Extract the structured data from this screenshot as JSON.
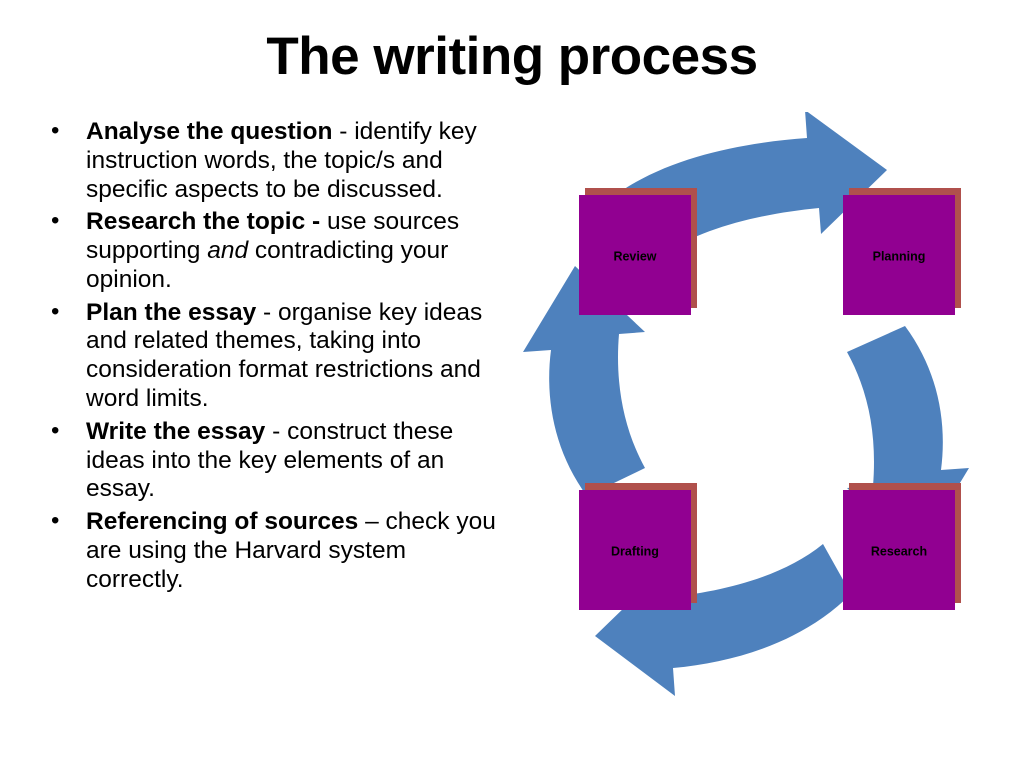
{
  "slide": {
    "title": "The writing process",
    "background_color": "#ffffff"
  },
  "bullets": [
    {
      "lead": "Analyse the question",
      "rest_a": " - identify key instruction words, the topic/s and specific aspects to be discussed.",
      "italic": "",
      "rest_b": "",
      "marker": "•"
    },
    {
      "lead": "Research the topic -",
      "rest_a": " use sources supporting ",
      "italic": "and",
      "rest_b": " contradicting your opinion.",
      "marker": "•"
    },
    {
      "lead": "Plan the essay",
      "rest_a": " - organise key ideas and related themes, taking into consideration format restrictions and word limits.",
      "italic": "",
      "rest_b": "",
      "marker": "•"
    },
    {
      "lead": "Write the essay",
      "rest_a": " - construct these ideas into the key elements of an essay.",
      "italic": "",
      "rest_b": "",
      "marker": "•"
    },
    {
      "lead": "Referencing of sources",
      "rest_a": " – check you are using the Harvard system correctly.",
      "italic": "",
      "rest_b": "",
      "marker": "•"
    }
  ],
  "diagram": {
    "type": "cycle",
    "node_fill": "#910091",
    "node_shadow": "#b0504c",
    "arrow_fill": "#4e81bd",
    "label_color": "#000000",
    "nodes": [
      {
        "label": "Review",
        "position": "top-left"
      },
      {
        "label": "Planning",
        "position": "top-right"
      },
      {
        "label": "Research",
        "position": "bottom-right"
      },
      {
        "label": "Drafting",
        "position": "bottom-left"
      }
    ],
    "arrows": [
      {
        "name": "review-to-planning",
        "direction": "right"
      },
      {
        "name": "planning-to-research",
        "direction": "down"
      },
      {
        "name": "research-to-drafting",
        "direction": "left"
      },
      {
        "name": "drafting-to-review",
        "direction": "up"
      }
    ]
  }
}
